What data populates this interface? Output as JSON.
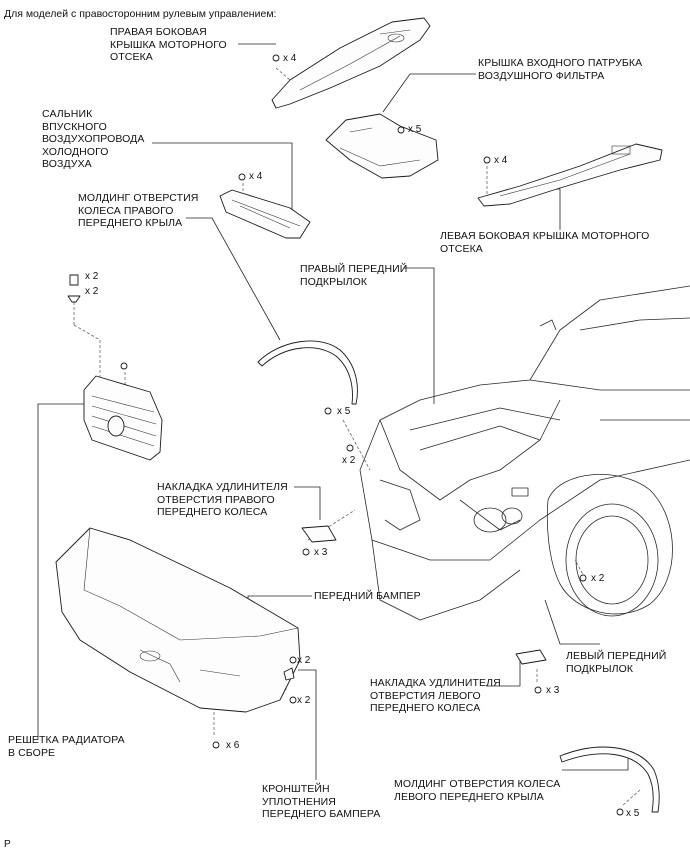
{
  "header": "Для моделей с правосторонним рулевым управлением:",
  "corner_mark": "P",
  "labels": {
    "right_side_cover": "ПРАВАЯ БОКОВАЯ\nКРЫШКА МОТОРНОГО\nОТСЕКА",
    "air_inlet_cover": "КРЫШКА ВХОДНОГО ПАТРУБКА\nВОЗДУШНОГО ФИЛЬТРА",
    "cold_air_seal": "САЛЬНИК\nВПУСКНОГО\nВОЗДУХОПРОВОДА\nХОЛОДНОГО\nВОЗДУХА",
    "left_side_cover": "ЛЕВАЯ БОКОВАЯ КРЫШКА МОТОРНОГО\nОТСЕКА",
    "right_fender_molding": "МОЛДИНГ ОТВЕРСТИЯ\nКОЛЕСА ПРАВОГО\nПЕРЕДНЕГО КРЫЛА",
    "right_fender_liner": "ПРАВЫЙ ПЕРЕДНИЙ\nПОДКРЫЛОК",
    "right_wheel_extension": "НАКЛАДКА УДЛИНИТЕЛЯ\nОТВЕРСТИЯ ПРАВОГО\nПЕРЕДНЕГО КОЛЕСА",
    "front_bumper": "ПЕРЕДНИЙ БАМПЕР",
    "left_fender_liner": "ЛЕВЫЙ ПЕРЕДНИЙ\nПОДКРЫЛОК",
    "left_wheel_extension": "НАКЛАДКА УДЛИНИТЕЛЯ\nОТВЕРСТИЯ ЛЕВОГО\nПЕРЕДНЕГО КОЛЕСА",
    "radiator_grille": "РЕШЕТКА РАДИАТОРА\nВ СБОРЕ",
    "bumper_seal_bracket": "КРОНШТЕЙН\nУПЛОТНЕНИЯ\nПЕРЕДНЕГО БАМПЕРА",
    "left_fender_molding": "МОЛДИНГ ОТВЕРСТИЯ КОЛЕСА\nЛЕВОГО ПЕРЕДНЕГО КРЫЛА"
  },
  "quantities": {
    "right_cover_screws": "x 4",
    "air_inlet_screws": "x 5",
    "left_cover_screws": "x 4",
    "seal_screws": "x 4",
    "grille_clip_a": "x 2",
    "grille_clip_b": "x 2",
    "molding_clips": "x 5",
    "molding_screws": "x 2",
    "right_ext_screws": "x 3",
    "left_liner_screws": "x 2",
    "bracket_clip_a": "x 2",
    "bracket_clip_b": "x 2",
    "bumper_screws": "x 6",
    "left_ext_screws": "x 3",
    "left_molding_clips": "x 5"
  }
}
